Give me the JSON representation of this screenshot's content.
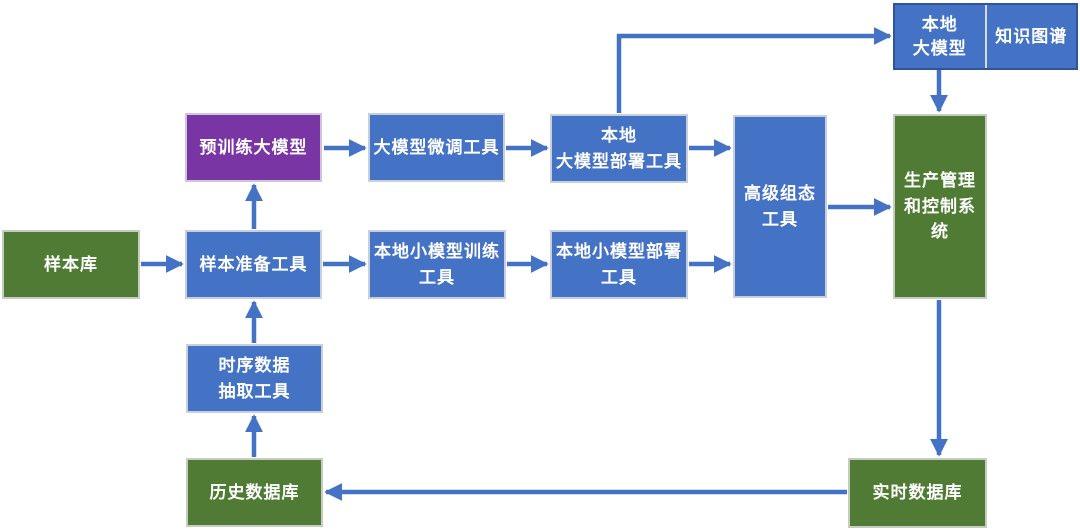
{
  "diagram": {
    "type": "flowchart",
    "colors": {
      "node_blue": "#4472C4",
      "node_green": "#4F7B34",
      "node_purple": "#7935A3",
      "arrow": "#4472C4",
      "background": "#FFFFFF"
    },
    "nodes": {
      "sample_db": {
        "color": "green",
        "lines": [
          "样本库"
        ]
      },
      "sample_prep_tool": {
        "color": "blue",
        "lines": [
          "样本准备工具"
        ]
      },
      "pretrained_llm": {
        "color": "purple",
        "lines": [
          "预训练大模型"
        ]
      },
      "llm_finetune_tool": {
        "color": "blue",
        "lines": [
          "大模型微调工具"
        ]
      },
      "local_llm_deploy_tool": {
        "color": "blue",
        "lines": [
          "本地",
          "大模型部署工具"
        ]
      },
      "local_small_model_train_tool": {
        "color": "blue",
        "lines": [
          "本地小模型训练",
          "工具"
        ]
      },
      "local_small_model_deploy_tool": {
        "color": "blue",
        "lines": [
          "本地小模型部署",
          "工具"
        ]
      },
      "advanced_config_tool": {
        "color": "blue",
        "lines": [
          "高级组态",
          "工具"
        ]
      },
      "production_mgmt_control_system": {
        "color": "green",
        "lines": [
          "生产管理",
          "和控制系",
          "统"
        ]
      },
      "local_llm": {
        "color": "blue",
        "lines": [
          "本地",
          "大模型"
        ]
      },
      "knowledge_graph": {
        "color": "blue",
        "lines": [
          "知识图谱"
        ]
      },
      "timeseries_extract_tool": {
        "color": "blue",
        "lines": [
          "时序数据",
          "抽取工具"
        ]
      },
      "history_db": {
        "color": "green",
        "lines": [
          "历史数据库"
        ]
      },
      "realtime_db": {
        "color": "green",
        "lines": [
          "实时数据库"
        ]
      }
    },
    "edges": [
      {
        "from": "sample_db",
        "to": "sample_prep_tool"
      },
      {
        "from": "sample_prep_tool",
        "to": "pretrained_llm"
      },
      {
        "from": "pretrained_llm",
        "to": "llm_finetune_tool"
      },
      {
        "from": "llm_finetune_tool",
        "to": "local_llm_deploy_tool"
      },
      {
        "from": "local_llm_deploy_tool",
        "to": "local_llm"
      },
      {
        "from": "local_llm_deploy_tool",
        "to": "advanced_config_tool"
      },
      {
        "from": "sample_prep_tool",
        "to": "local_small_model_train_tool"
      },
      {
        "from": "local_small_model_train_tool",
        "to": "local_small_model_deploy_tool"
      },
      {
        "from": "local_small_model_deploy_tool",
        "to": "advanced_config_tool"
      },
      {
        "from": "advanced_config_tool",
        "to": "production_mgmt_control_system"
      },
      {
        "from": "local_llm",
        "to": "production_mgmt_control_system"
      },
      {
        "from": "production_mgmt_control_system",
        "to": "realtime_db"
      },
      {
        "from": "realtime_db",
        "to": "history_db"
      },
      {
        "from": "history_db",
        "to": "timeseries_extract_tool"
      },
      {
        "from": "timeseries_extract_tool",
        "to": "sample_prep_tool"
      }
    ]
  }
}
